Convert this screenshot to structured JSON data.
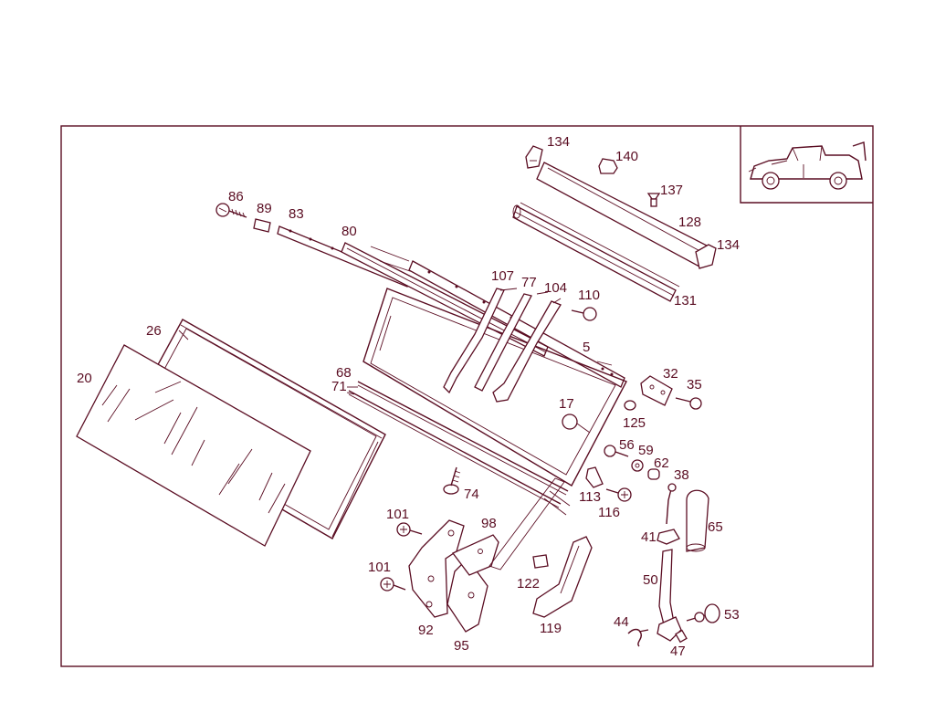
{
  "diagram": {
    "colors": {
      "line": "#5a0d22",
      "background": "#ffffff"
    },
    "part_labels": [
      "134",
      "140",
      "137",
      "128",
      "134",
      "131",
      "86",
      "89",
      "83",
      "80",
      "107",
      "77",
      "104",
      "110",
      "5",
      "26",
      "20",
      "68",
      "71",
      "17",
      "32",
      "35",
      "125",
      "56",
      "59",
      "62",
      "38",
      "74",
      "113",
      "116",
      "101",
      "98",
      "65",
      "41",
      "122",
      "101",
      "50",
      "53",
      "92",
      "95",
      "119",
      "44",
      "47"
    ],
    "inset": {
      "icon": "vehicle-icon"
    }
  }
}
